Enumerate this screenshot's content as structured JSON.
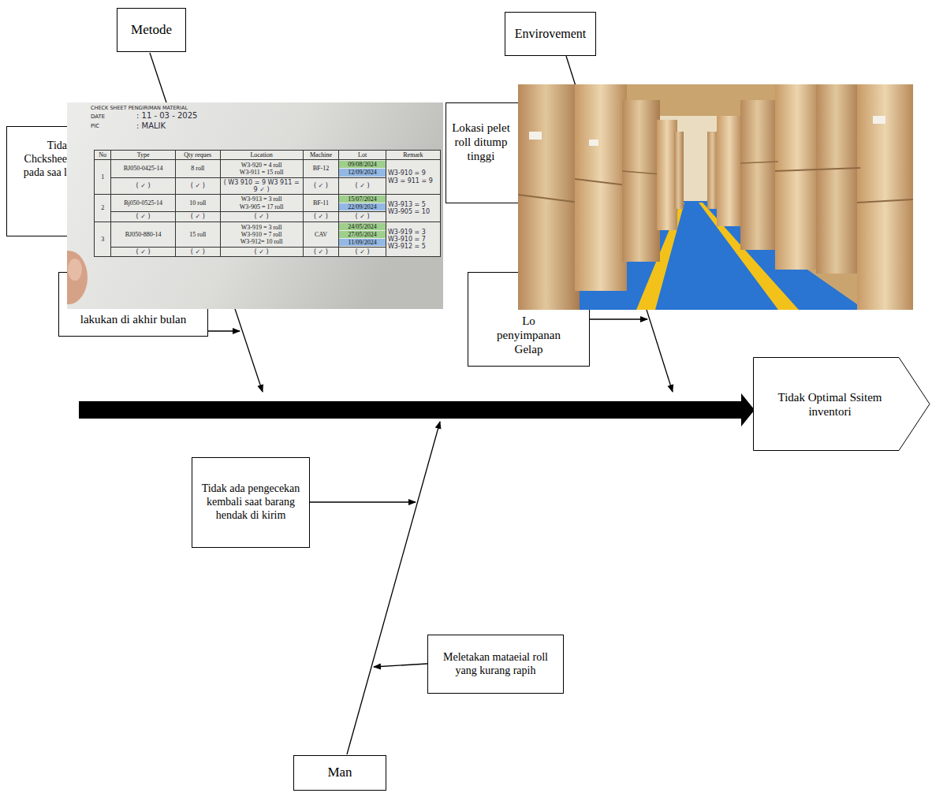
{
  "diagram": {
    "nodes": [
      {
        "text": [
          "Metode"
        ]
      },
      {
        "text": [
          "Envirovement"
        ]
      },
      {
        "text": [
          "Tida Chckshee pada saa l"
        ]
      },
      {
        "text": [
          "Lokasi pelet roll ditump tinggi"
        ]
      },
      {
        "text": [
          "lakukan di akhir bulan"
        ]
      },
      {
        "text": [
          "Lo penyimpanan Gelap"
        ]
      },
      {
        "text": [
          "Tidak Optimal Ssitem inventori"
        ]
      },
      {
        "text": [
          "Tidak ada pengecekan kembali saat barang hendak di kirim"
        ]
      },
      {
        "text": [
          "Meletakan mataeial roll yang kurang rapih"
        ]
      },
      {
        "text": [
          "Man"
        ]
      }
    ],
    "labels": [
      "CHECK SHEET PENGIRIMAN MATERIAL",
      "DATE",
      ": 11 - 03 - 2025",
      "PIC",
      ": MALIK",
      "No",
      "Type",
      "Qty reques",
      "Location",
      "Machine",
      "Lot",
      "Remark",
      "1",
      "BJ050-0425-14",
      "8 roll",
      "W3-920 = 4 roll",
      "W3-911 = 15 roll",
      "BF-12",
      "09/08/2024",
      "12/09/2024",
      "W3-910 = 9",
      "W3 = 911 = 9",
      "( ✓ )",
      "( ✓ )",
      "( W3 910 = 9 W3 911 = 9 ✓ )",
      "( ✓ )",
      "( ✓ )",
      "2",
      "Bj050-0525-14",
      "10 roll",
      "W3-913 = 3 roll",
      "W3-905 = 17 roll",
      "BF-11",
      "15/07/2024",
      "22/09/2024",
      "W3-913 = 5",
      "W3-905 = 10",
      "( ✓ )",
      "( ✓ )",
      "( ✓ )",
      "( ✓ )",
      "( ✓ )",
      "3",
      "BJ050-880-14",
      "15 roll",
      "W3-919 = 3 roll",
      "W3-910 = 7 roll",
      "W3-912= 10 roll",
      "CAV",
      "24/05/2024",
      "27/05/2024",
      "11/09/2024",
      "W3-919 = 3",
      "W3-910 = 7",
      "W3-912 = 5",
      "( ✓ )",
      "( ✓ )",
      "( ✓ )",
      "( ✓ )",
      "( ✓ )"
    ]
  }
}
